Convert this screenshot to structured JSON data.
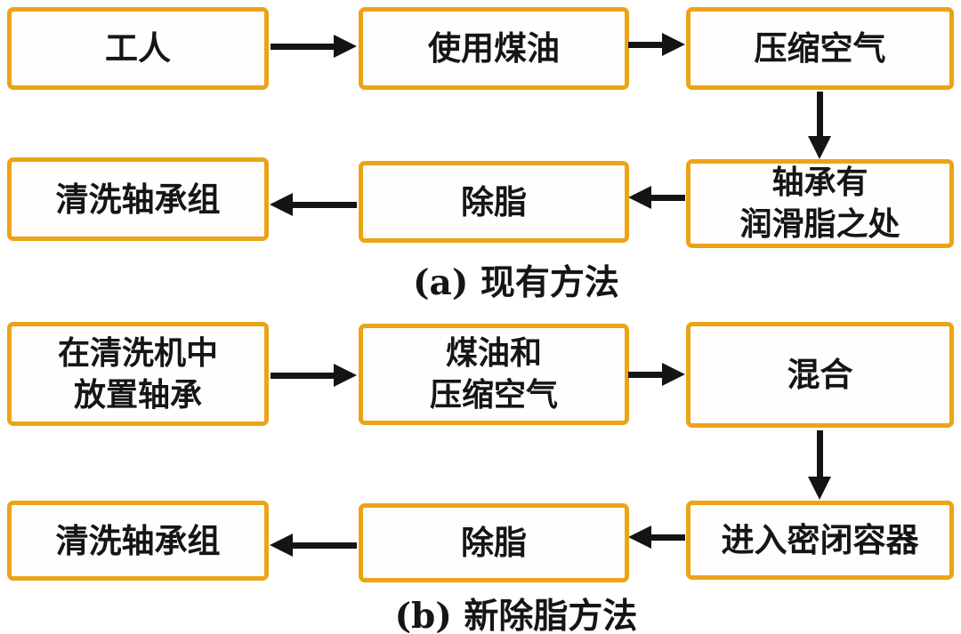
{
  "colors": {
    "box_border": "#EBA417",
    "arrow": "#141414",
    "text": "#151515",
    "background": "#FFFFFF"
  },
  "diagram_a": {
    "caption": "(a) 现有方法",
    "nodes": {
      "worker": "工人",
      "use_kerosene": "使用煤油",
      "compressed_air": "压缩空气",
      "bearing_grease_spot": "轴承有\n润滑脂之处",
      "degrease": "除脂",
      "clean_bearing_group": "清洗轴承组"
    }
  },
  "diagram_b": {
    "caption": "(b) 新除脂方法",
    "nodes": {
      "place_bearing_in_washer": "在清洗机中\n放置轴承",
      "kerosene_and_compressed_air": "煤油和\n压缩空气",
      "mix": "混合",
      "enter_sealed_container": "进入密闭容器",
      "degrease": "除脂",
      "clean_bearing_group": "清洗轴承组"
    }
  }
}
